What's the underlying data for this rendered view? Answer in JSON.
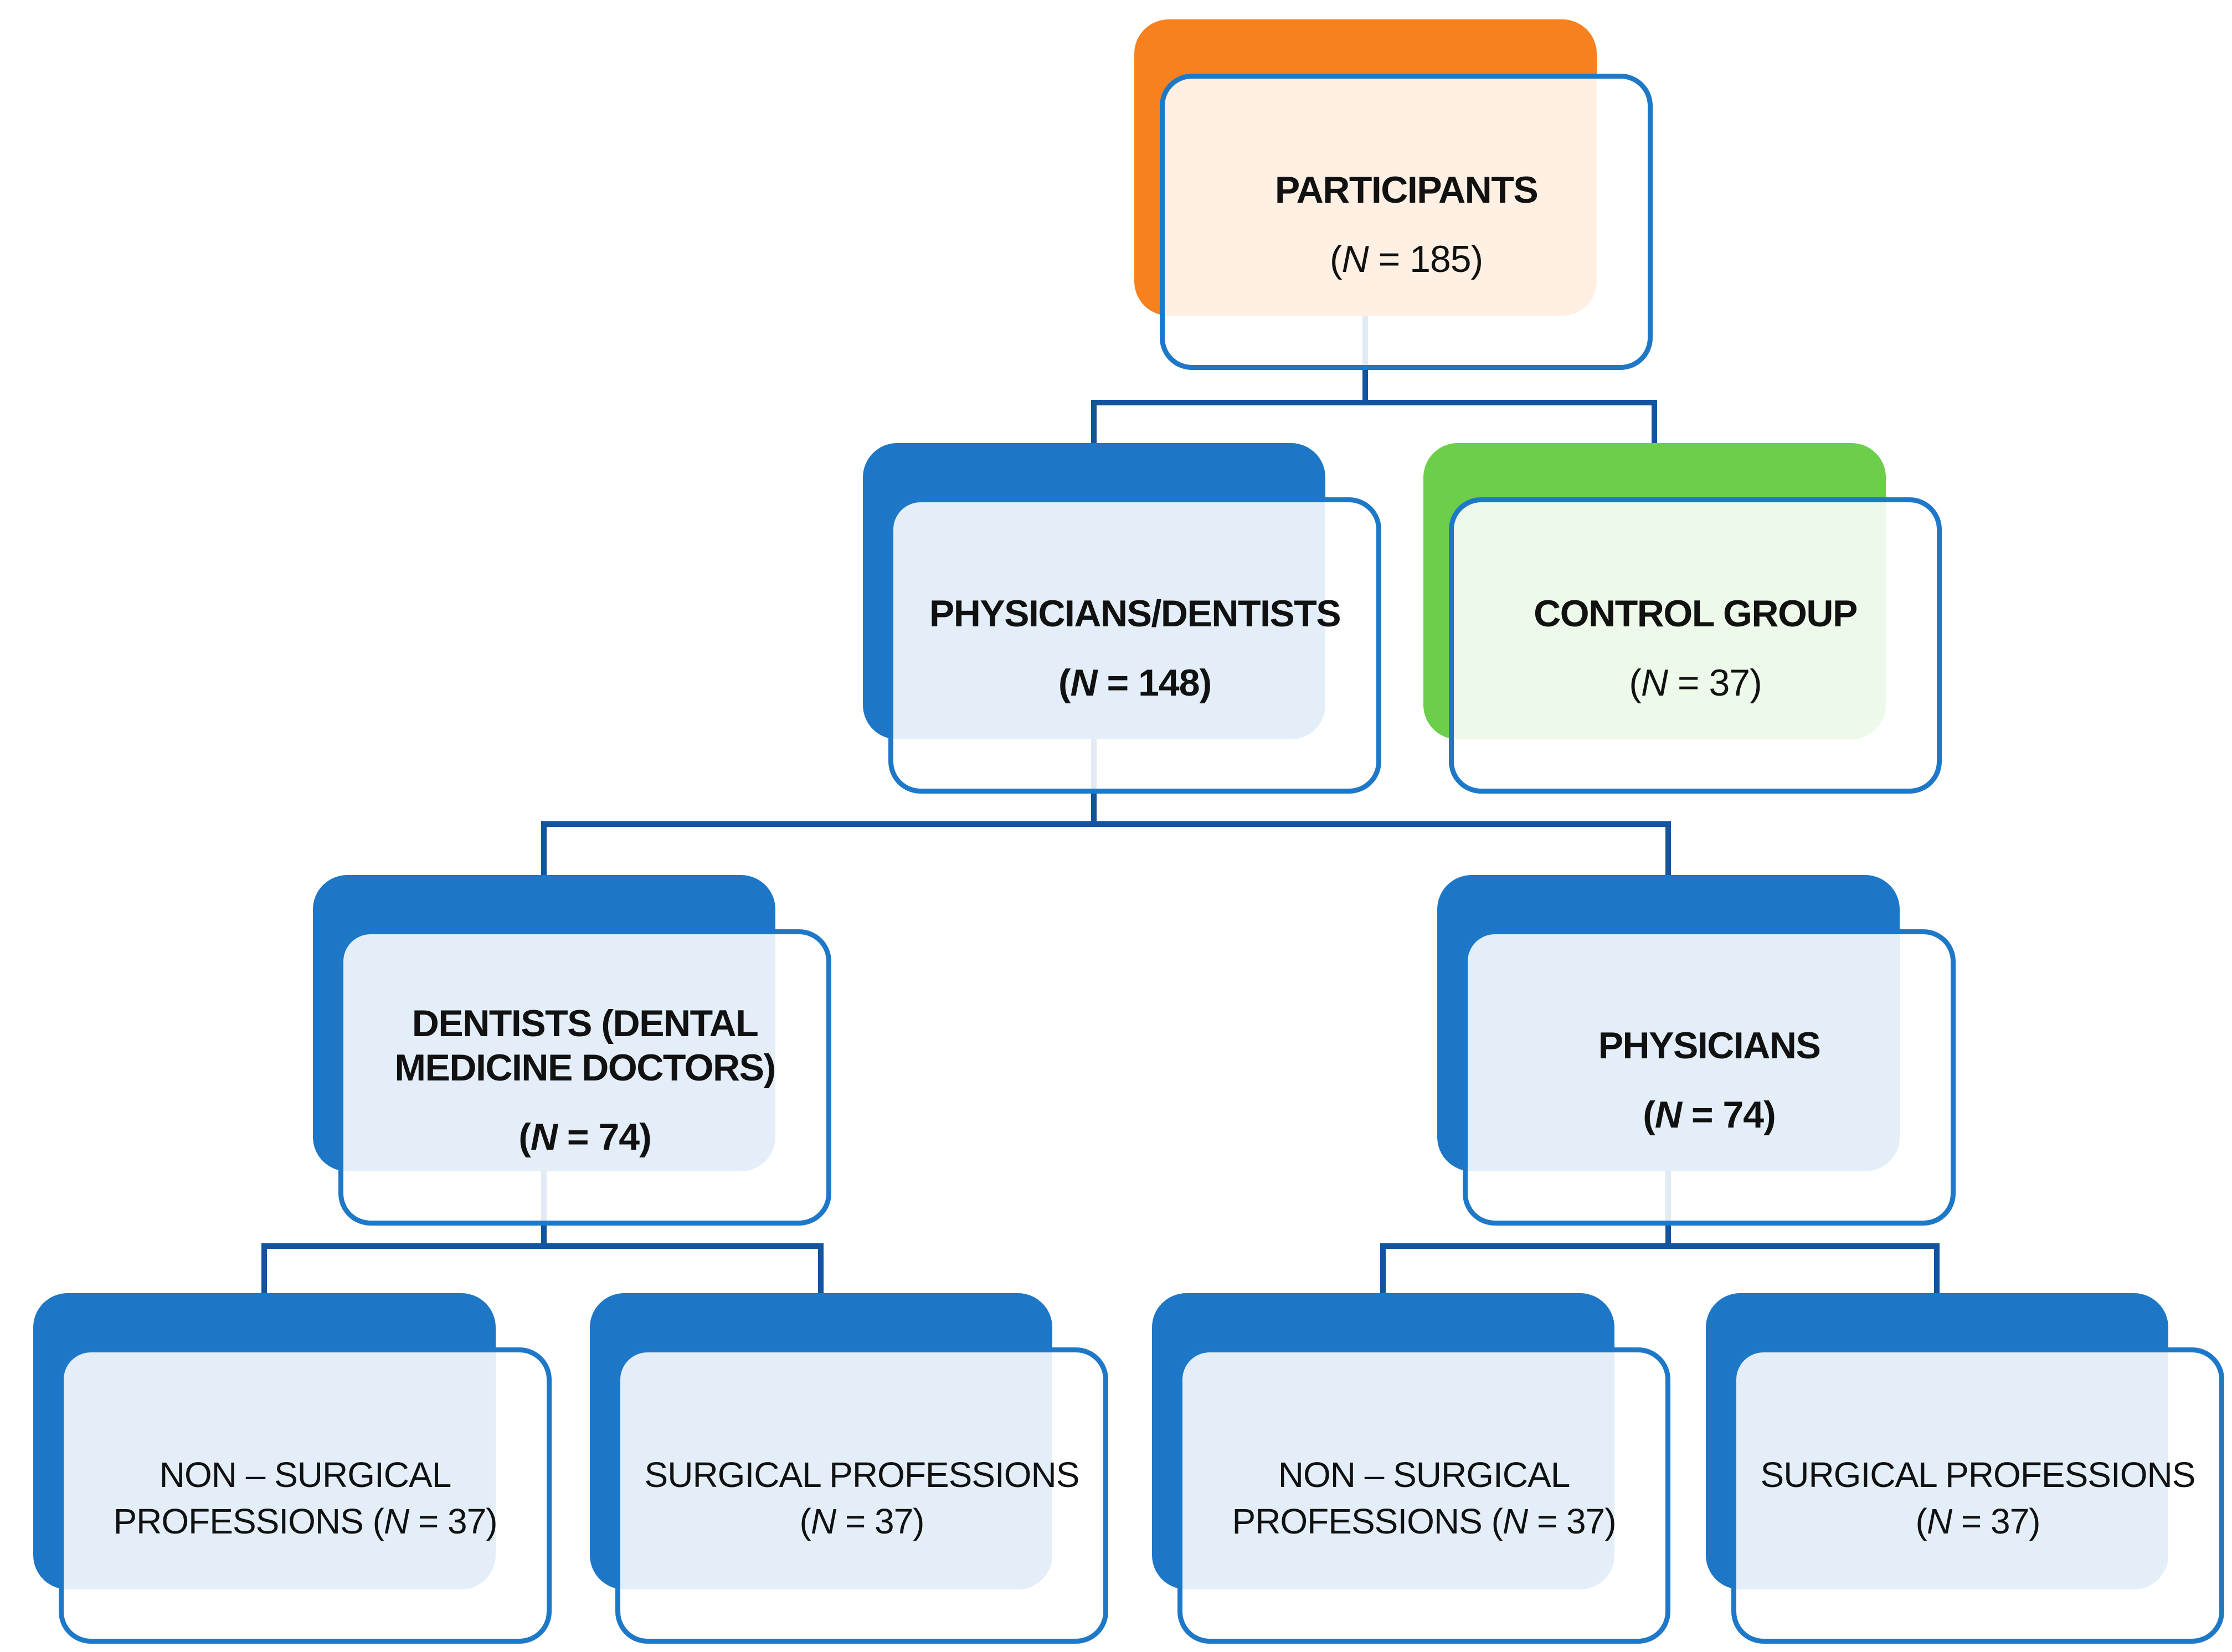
{
  "colors": {
    "orange": "#F8811F",
    "blue": "#1D76C6",
    "green": "#6CCE49",
    "box_border": "#1E78C8",
    "connector": "#12549E",
    "text": "#111111",
    "front_fill": "rgba(255,255,255,0.88)"
  },
  "nodes": [
    {
      "id": "participants",
      "color": "orange",
      "line1": "PARTICIPANTS",
      "sub_open": "(",
      "sub_n": "N",
      "sub_rest": " = 185)"
    },
    {
      "id": "physicians-dentists",
      "color": "blue",
      "line1": "PHYSICIANS/DENTISTS",
      "sub_open": "(",
      "sub_n": "N",
      "sub_rest": " = 148)"
    },
    {
      "id": "control-group",
      "color": "green",
      "line1": "CONTROL GROUP",
      "sub_open": "(",
      "sub_n": "N",
      "sub_rest": " = 37)"
    },
    {
      "id": "dentists",
      "color": "blue",
      "line1": "DENTISTS (DENTAL MEDICINE DOCTORS)",
      "sub_open": "(",
      "sub_n": "N",
      "sub_rest": " = 74)"
    },
    {
      "id": "physicians",
      "color": "blue",
      "line1": "PHYSICIANS",
      "sub_open": "(",
      "sub_n": "N",
      "sub_rest": " = 74)"
    },
    {
      "id": "dentists-non-surgical",
      "color": "blue",
      "inline_pre": "NON – SURGICAL PROFESSIONS (",
      "inline_n": "N",
      "inline_rest": " = 37)"
    },
    {
      "id": "dentists-surgical",
      "color": "blue",
      "inline_pre": "SURGICAL PROFESSIONS (",
      "inline_n": "N",
      "inline_rest": " = 37)"
    },
    {
      "id": "physicians-non-surgical",
      "color": "blue",
      "inline_pre": "NON – SURGICAL PROFESSIONS (",
      "inline_n": "N",
      "inline_rest": " = 37)"
    },
    {
      "id": "physicians-surgical",
      "color": "blue",
      "inline_pre": "SURGICAL PROFESSIONS (",
      "inline_n": "N",
      "inline_rest": " = 37)"
    }
  ]
}
